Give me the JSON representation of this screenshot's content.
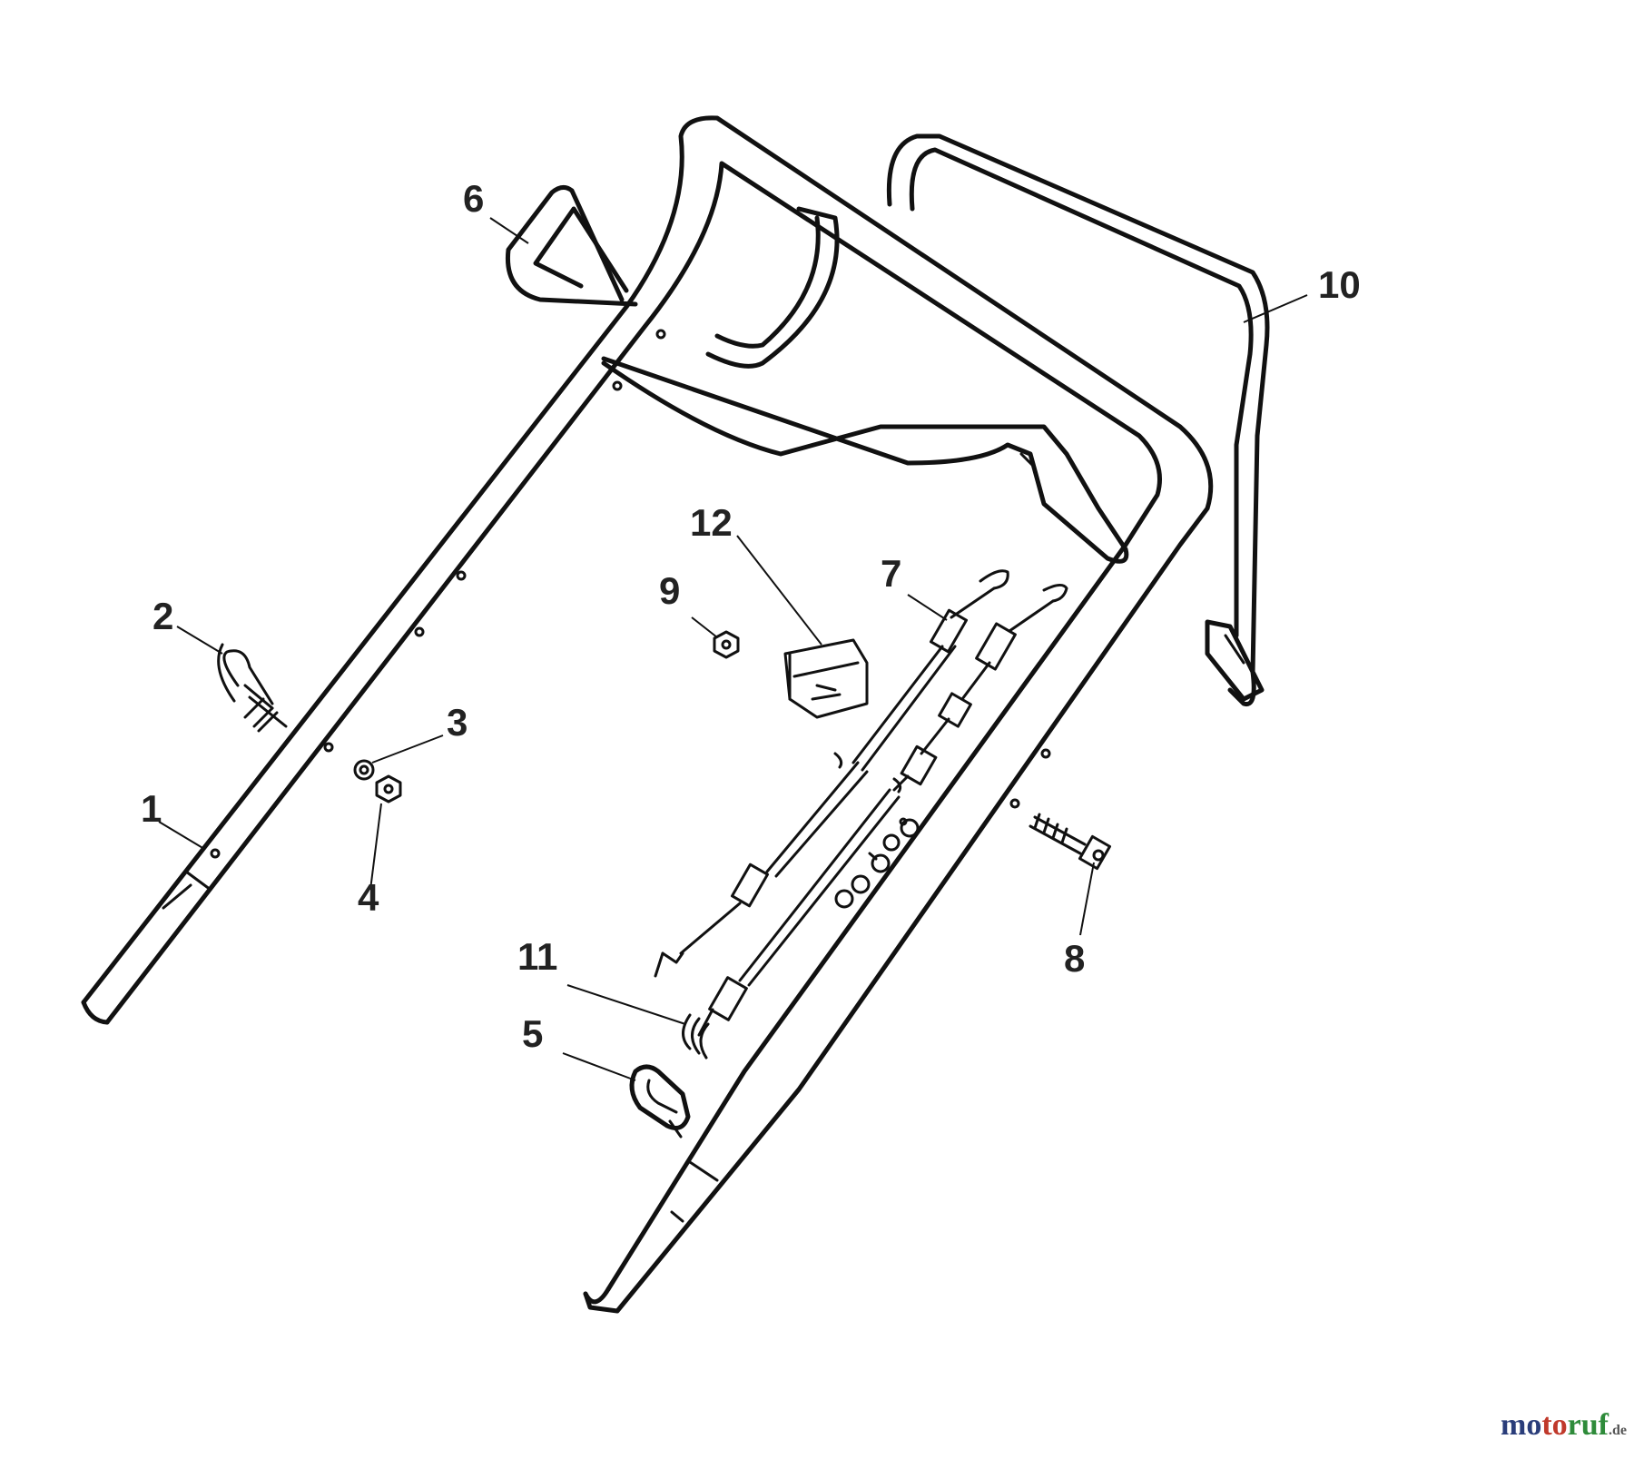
{
  "diagram": {
    "callouts": [
      {
        "id": "1",
        "label": "1"
      },
      {
        "id": "2",
        "label": "2"
      },
      {
        "id": "3",
        "label": "3"
      },
      {
        "id": "4",
        "label": "4"
      },
      {
        "id": "5",
        "label": "5"
      },
      {
        "id": "6",
        "label": "6"
      },
      {
        "id": "7",
        "label": "7"
      },
      {
        "id": "8",
        "label": "8"
      },
      {
        "id": "9",
        "label": "9"
      },
      {
        "id": "10",
        "label": "10"
      },
      {
        "id": "11",
        "label": "11"
      },
      {
        "id": "12",
        "label": "12"
      }
    ]
  },
  "watermark": {
    "part1": "mo",
    "part2": "to",
    "part3": "ruf",
    "tld": ".de"
  },
  "colors": {
    "line": "#111111",
    "watermark_blue": "#2a3d7a",
    "watermark_red": "#c0392b",
    "watermark_green": "#2e8b3a"
  }
}
